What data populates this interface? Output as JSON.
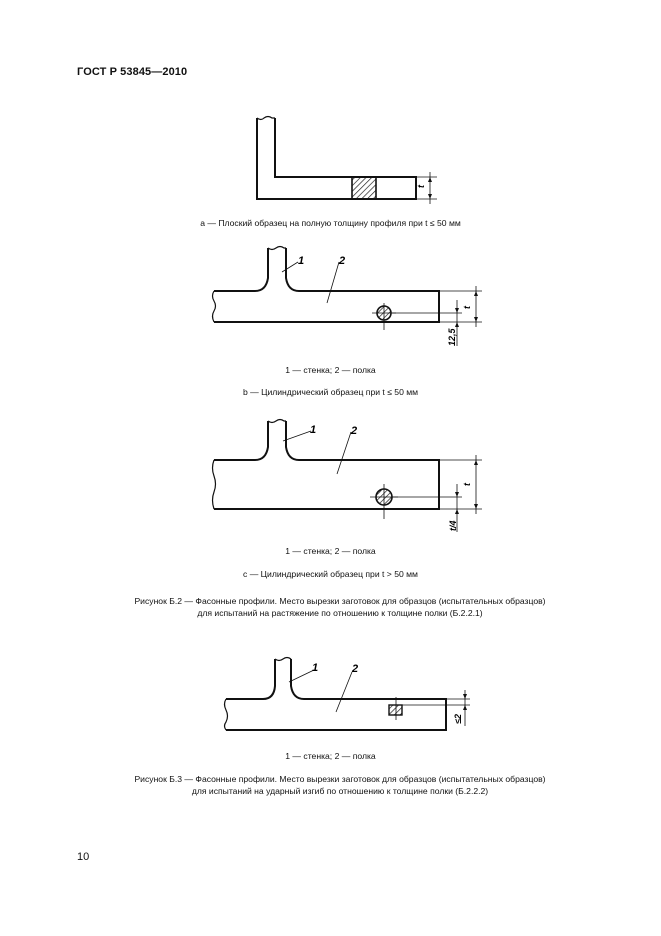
{
  "header": {
    "standard": "ГОСТ Р 53845—2010"
  },
  "figure_a": {
    "caption": "a — Плоский образец на полную толщину профиля при t ≤ 50 мм",
    "dim_t": "t"
  },
  "figure_b": {
    "legend": "1 — стенка; 2 — полка",
    "caption": "b — Цилиндрический образец при t ≤ 50 мм",
    "label_1": "1",
    "label_2": "2",
    "dim_t": "t",
    "dim_offset": "12,5"
  },
  "figure_c": {
    "legend": "1 — стенка; 2 — полка",
    "caption": "c — Цилиндрический образец при t > 50 мм",
    "label_1": "1",
    "label_2": "2",
    "dim_t": "t",
    "dim_offset": "t/4"
  },
  "figure_b2_caption": {
    "line1": "Рисунок Б.2 — Фасонные профили. Место вырезки заготовок для образцов (испытательных образцов)",
    "line2": "для испытаний на растяжение по отношению к толщине полки (Б.2.2.1)"
  },
  "figure_b3": {
    "label_1": "1",
    "label_2": "2",
    "dim": "≤2",
    "legend": "1 — стенка; 2 — полка",
    "caption_line1": "Рисунок Б.3 — Фасонные профили. Место вырезки заготовок для образцов (испытательных образцов)",
    "caption_line2": "для испытаний на ударный изгиб по отношению к толщине полки (Б.2.2.2)"
  },
  "page_number": "10"
}
